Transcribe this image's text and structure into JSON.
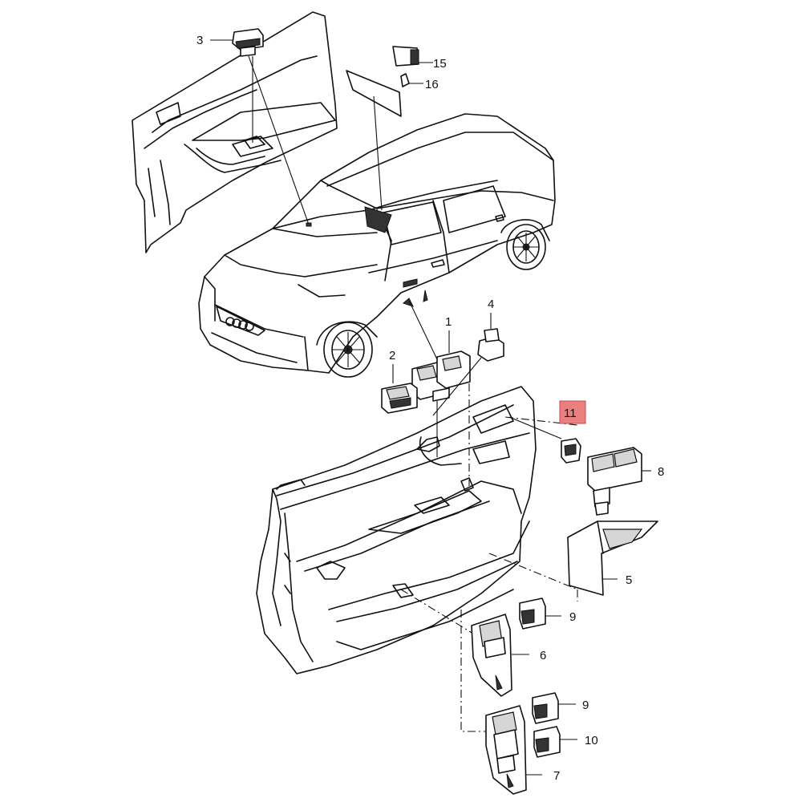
{
  "callouts": {
    "c1": "1",
    "c2": "2",
    "c3": "3",
    "c4": "4",
    "c5": "5",
    "c6": "6",
    "c7": "7",
    "c8": "8",
    "c9a": "9",
    "c9b": "9",
    "c10": "10",
    "c11": "11",
    "c15": "15",
    "c16": "16"
  },
  "colors": {
    "highlight": "#e97f7f",
    "ink": "#111111"
  }
}
